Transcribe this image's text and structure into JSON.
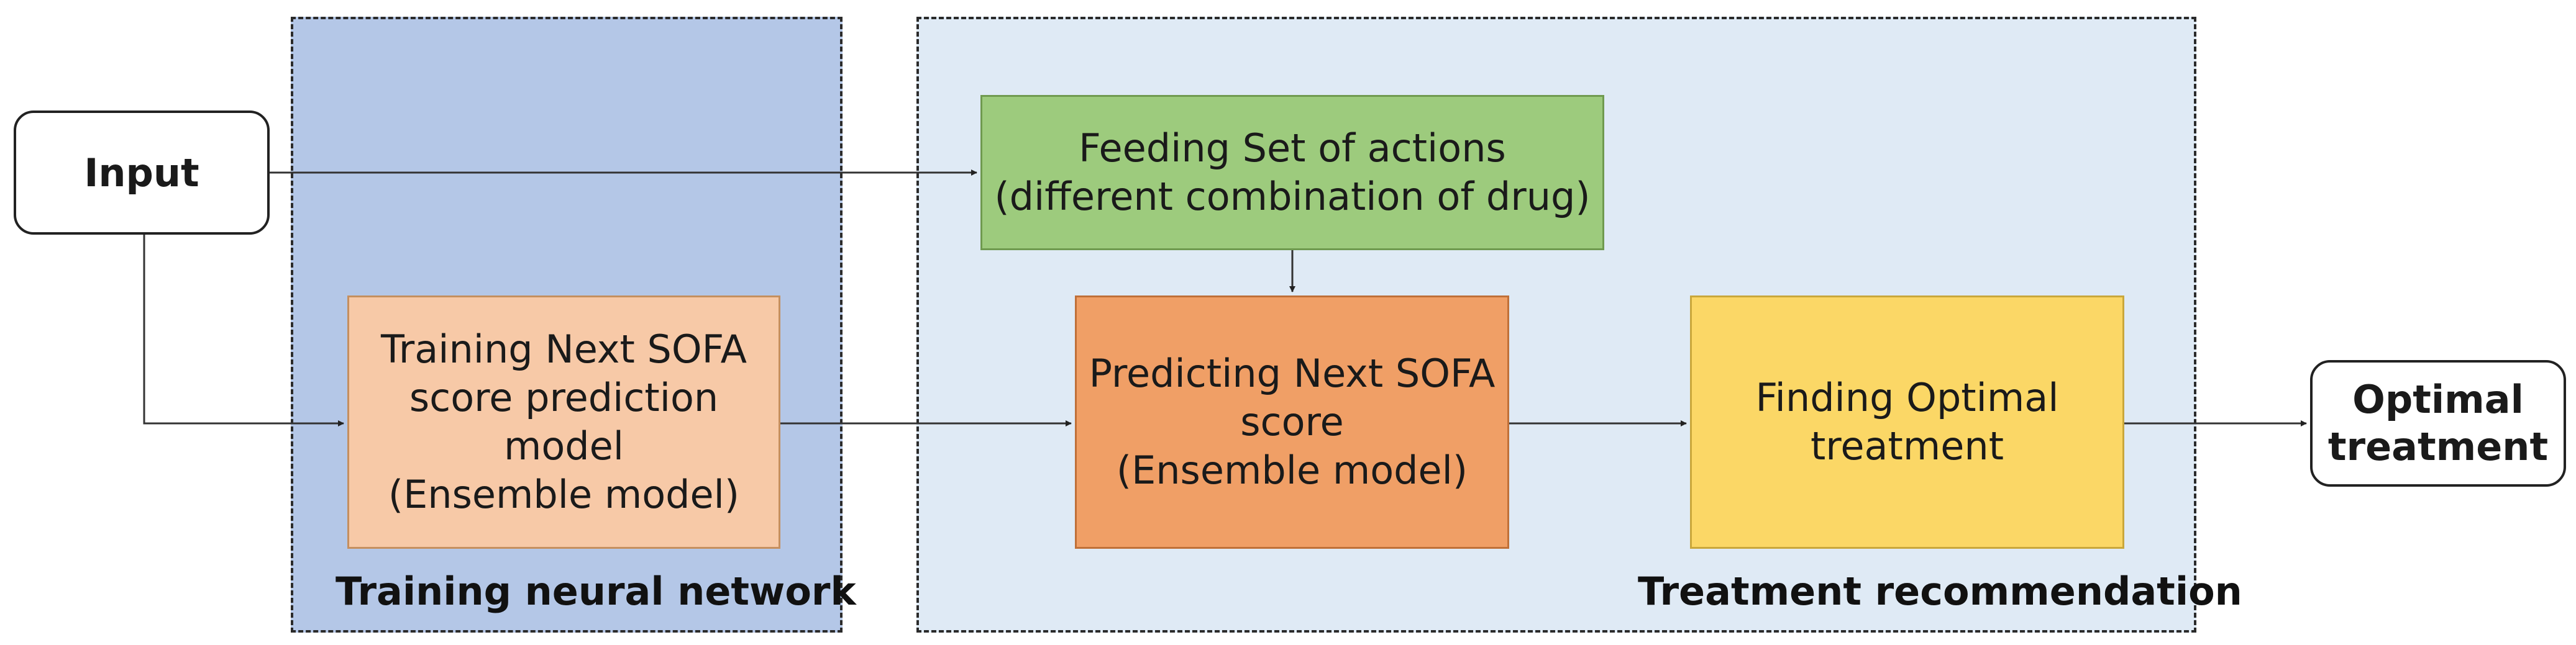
{
  "regions": {
    "training": {
      "label": "Training neural network"
    },
    "treatment": {
      "label": "Treatment recommendation"
    }
  },
  "nodes": {
    "input": "Input",
    "feeding": "Feeding Set of actions\n(different combination of drug)",
    "training_model": "Training Next SOFA\nscore prediction\nmodel\n(Ensemble model)",
    "predicting": "Predicting Next SOFA\nscore\n(Ensemble model)",
    "finding": "Finding Optimal\ntreatment",
    "output": "Optimal\ntreatment"
  },
  "colors": {
    "training_region": "#b4c7e7",
    "treatment_region": "#dfeaf5",
    "feeding": "#9dcb7d",
    "training_model": "#f7c9a7",
    "predicting": "#f09f66",
    "finding": "#fbd766"
  },
  "edges": [
    {
      "from": "input",
      "to": "feeding"
    },
    {
      "from": "input",
      "to": "training_model"
    },
    {
      "from": "training_model",
      "to": "predicting"
    },
    {
      "from": "feeding",
      "to": "predicting"
    },
    {
      "from": "predicting",
      "to": "finding"
    },
    {
      "from": "finding",
      "to": "output"
    }
  ]
}
